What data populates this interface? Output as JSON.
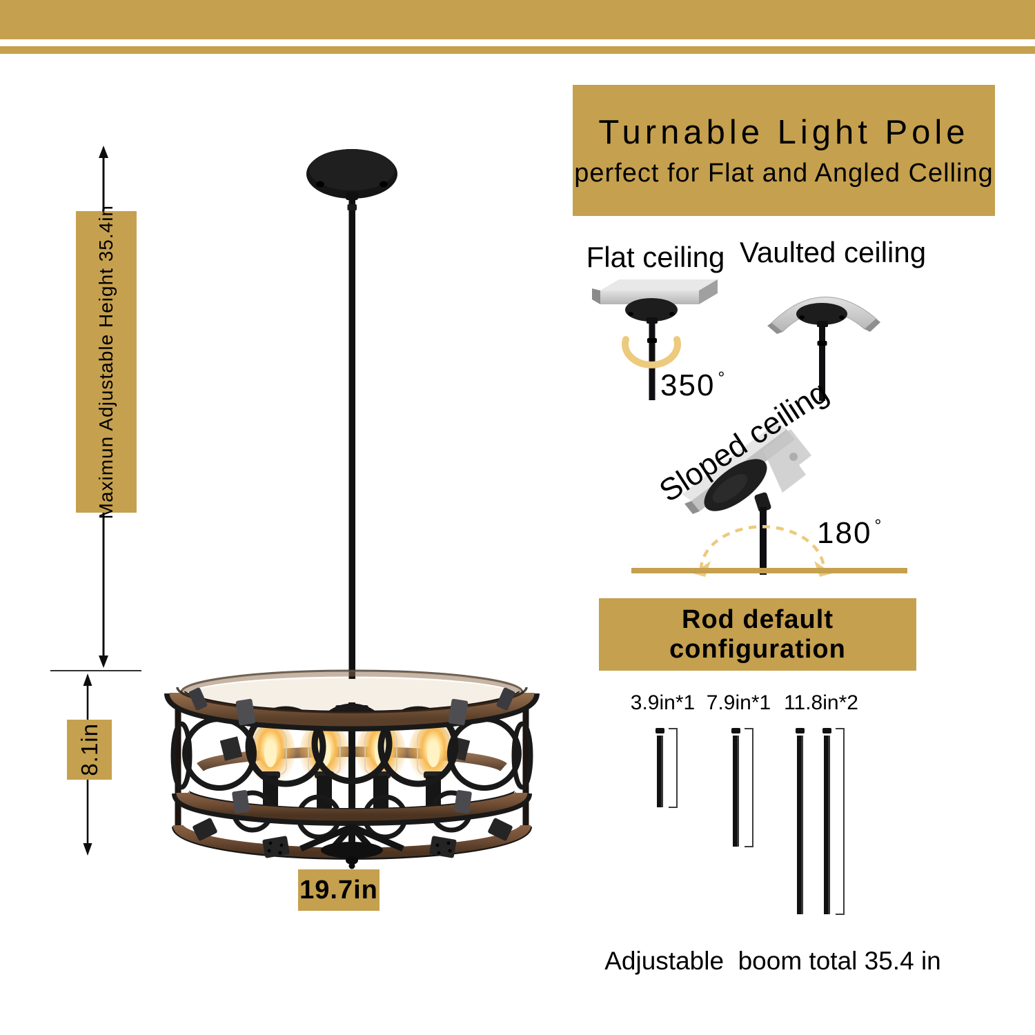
{
  "theme": {
    "gold": "#c5a04e",
    "arc_gold": "#ecca7e",
    "wood": "#7b573c",
    "metal": "#191919"
  },
  "top_decor": {
    "thick_band": "gold",
    "thin_band": "gold"
  },
  "left_diagram": {
    "max_height_label": "Maximun Adjustable Height 35.4in",
    "drum_height_label": "8.1in",
    "width_label": "19.7in"
  },
  "right_panel": {
    "title": "Turnable Light Pole",
    "subtitle": "perfect for Flat and Angled Celling",
    "flat_ceiling_label": "Flat ceiling",
    "vaulted_ceiling_label": "Vaulted ceiling",
    "rotation_value": "350",
    "rotation_degree_symbol": "°",
    "sloped_ceiling_label": "Sloped ceiling",
    "tilt_value": "180",
    "tilt_degree_symbol": "°",
    "rod_config_title": "Rod default configuration",
    "rod_labels": [
      "3.9in*1",
      "7.9in*1",
      "11.8in*2"
    ],
    "footer_note": "Adjustable  boom total 35.4 in"
  }
}
